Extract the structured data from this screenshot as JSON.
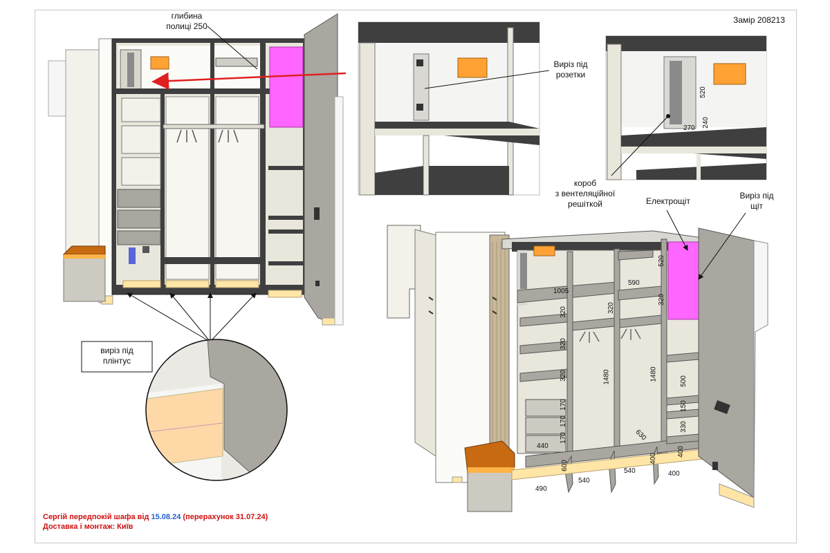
{
  "header": {
    "order_label": "Замір 208213"
  },
  "colors": {
    "panel": "#e9e6dc",
    "shelf": "#3f3f3f",
    "inside": "#a9a79f",
    "wall": "#f2f2f2",
    "accent_orange": "#ffa233",
    "electric_panel": "#ff66ff",
    "arrow_red": "#e02020",
    "plinth": "#ffe6a6",
    "bench_top": "#c86a12",
    "footer_red": "#d01010",
    "footer_blue": "#2060d0"
  },
  "callouts": {
    "shelf_depth_line1": "глибина",
    "shelf_depth_line2": "полиці 250",
    "socket_cutout_line1": "Виріз під",
    "socket_cutout_line2": "розетки",
    "vent_box_line1": "короб",
    "vent_box_line2": "з вентеляційної",
    "vent_box_line3": "решіткой",
    "electric_panel": "Електрощіт",
    "panel_cutout_line1": "Виріз під",
    "panel_cutout_line2": "щіт",
    "plinth_cutout_line1": "виріз під",
    "plinth_cutout_line2": "плінтус"
  },
  "detail_dims": {
    "d520": "520",
    "d270": "270",
    "d240": "240"
  },
  "dimensions": {
    "d1005": "1005",
    "d590": "590",
    "d520": "520",
    "d320a": "320",
    "d320b": "320",
    "d320c": "320",
    "d320d": "320",
    "d320e": "320",
    "d1480a": "1480",
    "d1480b": "1480",
    "d500": "500",
    "d170a": "170",
    "d170b": "170",
    "d170c": "170",
    "d150": "150",
    "d330": "330",
    "d630": "630",
    "d440": "440",
    "d600": "600",
    "d400a": "400",
    "d400b": "400",
    "d490": "490",
    "d540a": "540",
    "d540b": "540",
    "d400c": "400"
  },
  "footer": {
    "line1_prefix": "Сергій передпокій шафа від",
    "line1_date": "15.08.24",
    "line1_suffix": "(перерахунок 31.07.24)",
    "line2": "Доставка і монтаж: Київ"
  }
}
